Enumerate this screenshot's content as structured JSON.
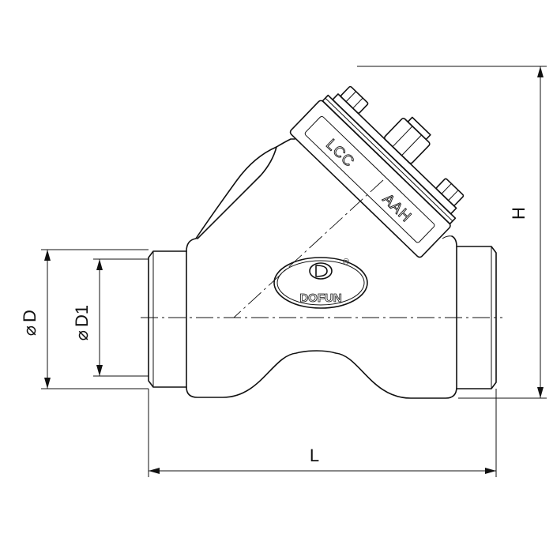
{
  "dimensions": {
    "diameter_outer": "D",
    "diameter_inner": "D1",
    "height": "H",
    "length": "L",
    "diameter_symbol": "⌀"
  },
  "cap_markings": {
    "material": "LCC",
    "code": "AAH"
  },
  "brand": {
    "name": "DOFUN",
    "registered_mark": "®"
  }
}
